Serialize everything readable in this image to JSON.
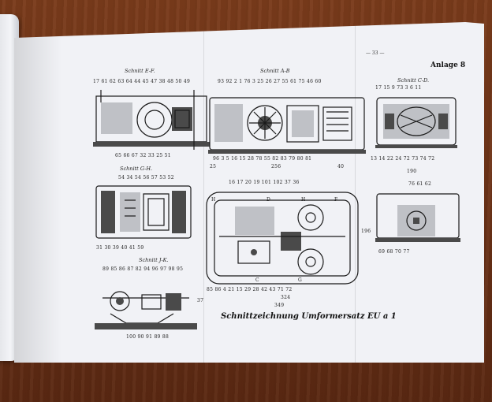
{
  "page_number": "— 33 —",
  "anlage": "Anlage 8",
  "sections": {
    "ef": {
      "title": "Schnitt E-F.",
      "top_numbers": "17  61 62 63 64      44 45 47 38 48 50 49",
      "bottom_numbers": "65 66 67 32 33           25      51"
    },
    "ab": {
      "title": "Schnitt A-B",
      "top_numbers": "93  92  2 1 76  3   25 26 27 55 61 75   46     60",
      "bottom_numbers": "96          3     5   16 15  28 78             55      82 83 79 80 81",
      "dim_left": "25",
      "dim_mid": "256",
      "dim_right": "40"
    },
    "cd": {
      "title": "Schnitt C-D.",
      "top_numbers": "17 15 9   73 3 6         11",
      "bottom_numbers": "13 14 22 24 72          73 74 72"
    },
    "gh": {
      "title": "Schnitt G-H.",
      "top_numbers": "54        34       54 56 57 53 52",
      "bottom_numbers": "31 30           39 40 41        59"
    },
    "jk": {
      "title": "Schnitt J-K.",
      "top_numbers": "89 85 86 87 82 94 96 97 98 95",
      "bottom_numbers": "100 90 91 89 88",
      "dim_vertical": "37"
    },
    "plan": {
      "top_numbers": "16 17 20 19     101 102 37 36",
      "corner_labels": [
        "H",
        "D",
        "H",
        "F",
        "C",
        "G"
      ],
      "bottom_numbers": "85 86   4 21 15    29 28 42 43        71 72",
      "dim_inner": "324",
      "dim_outer": "349",
      "dim_side": "196"
    },
    "end": {
      "top_dim": "190",
      "top_numbers": "76   61 62",
      "bottom_numbers": "69 68       70           77"
    }
  },
  "caption": "Schnittzeichnung Umformersatz EU a 1"
}
